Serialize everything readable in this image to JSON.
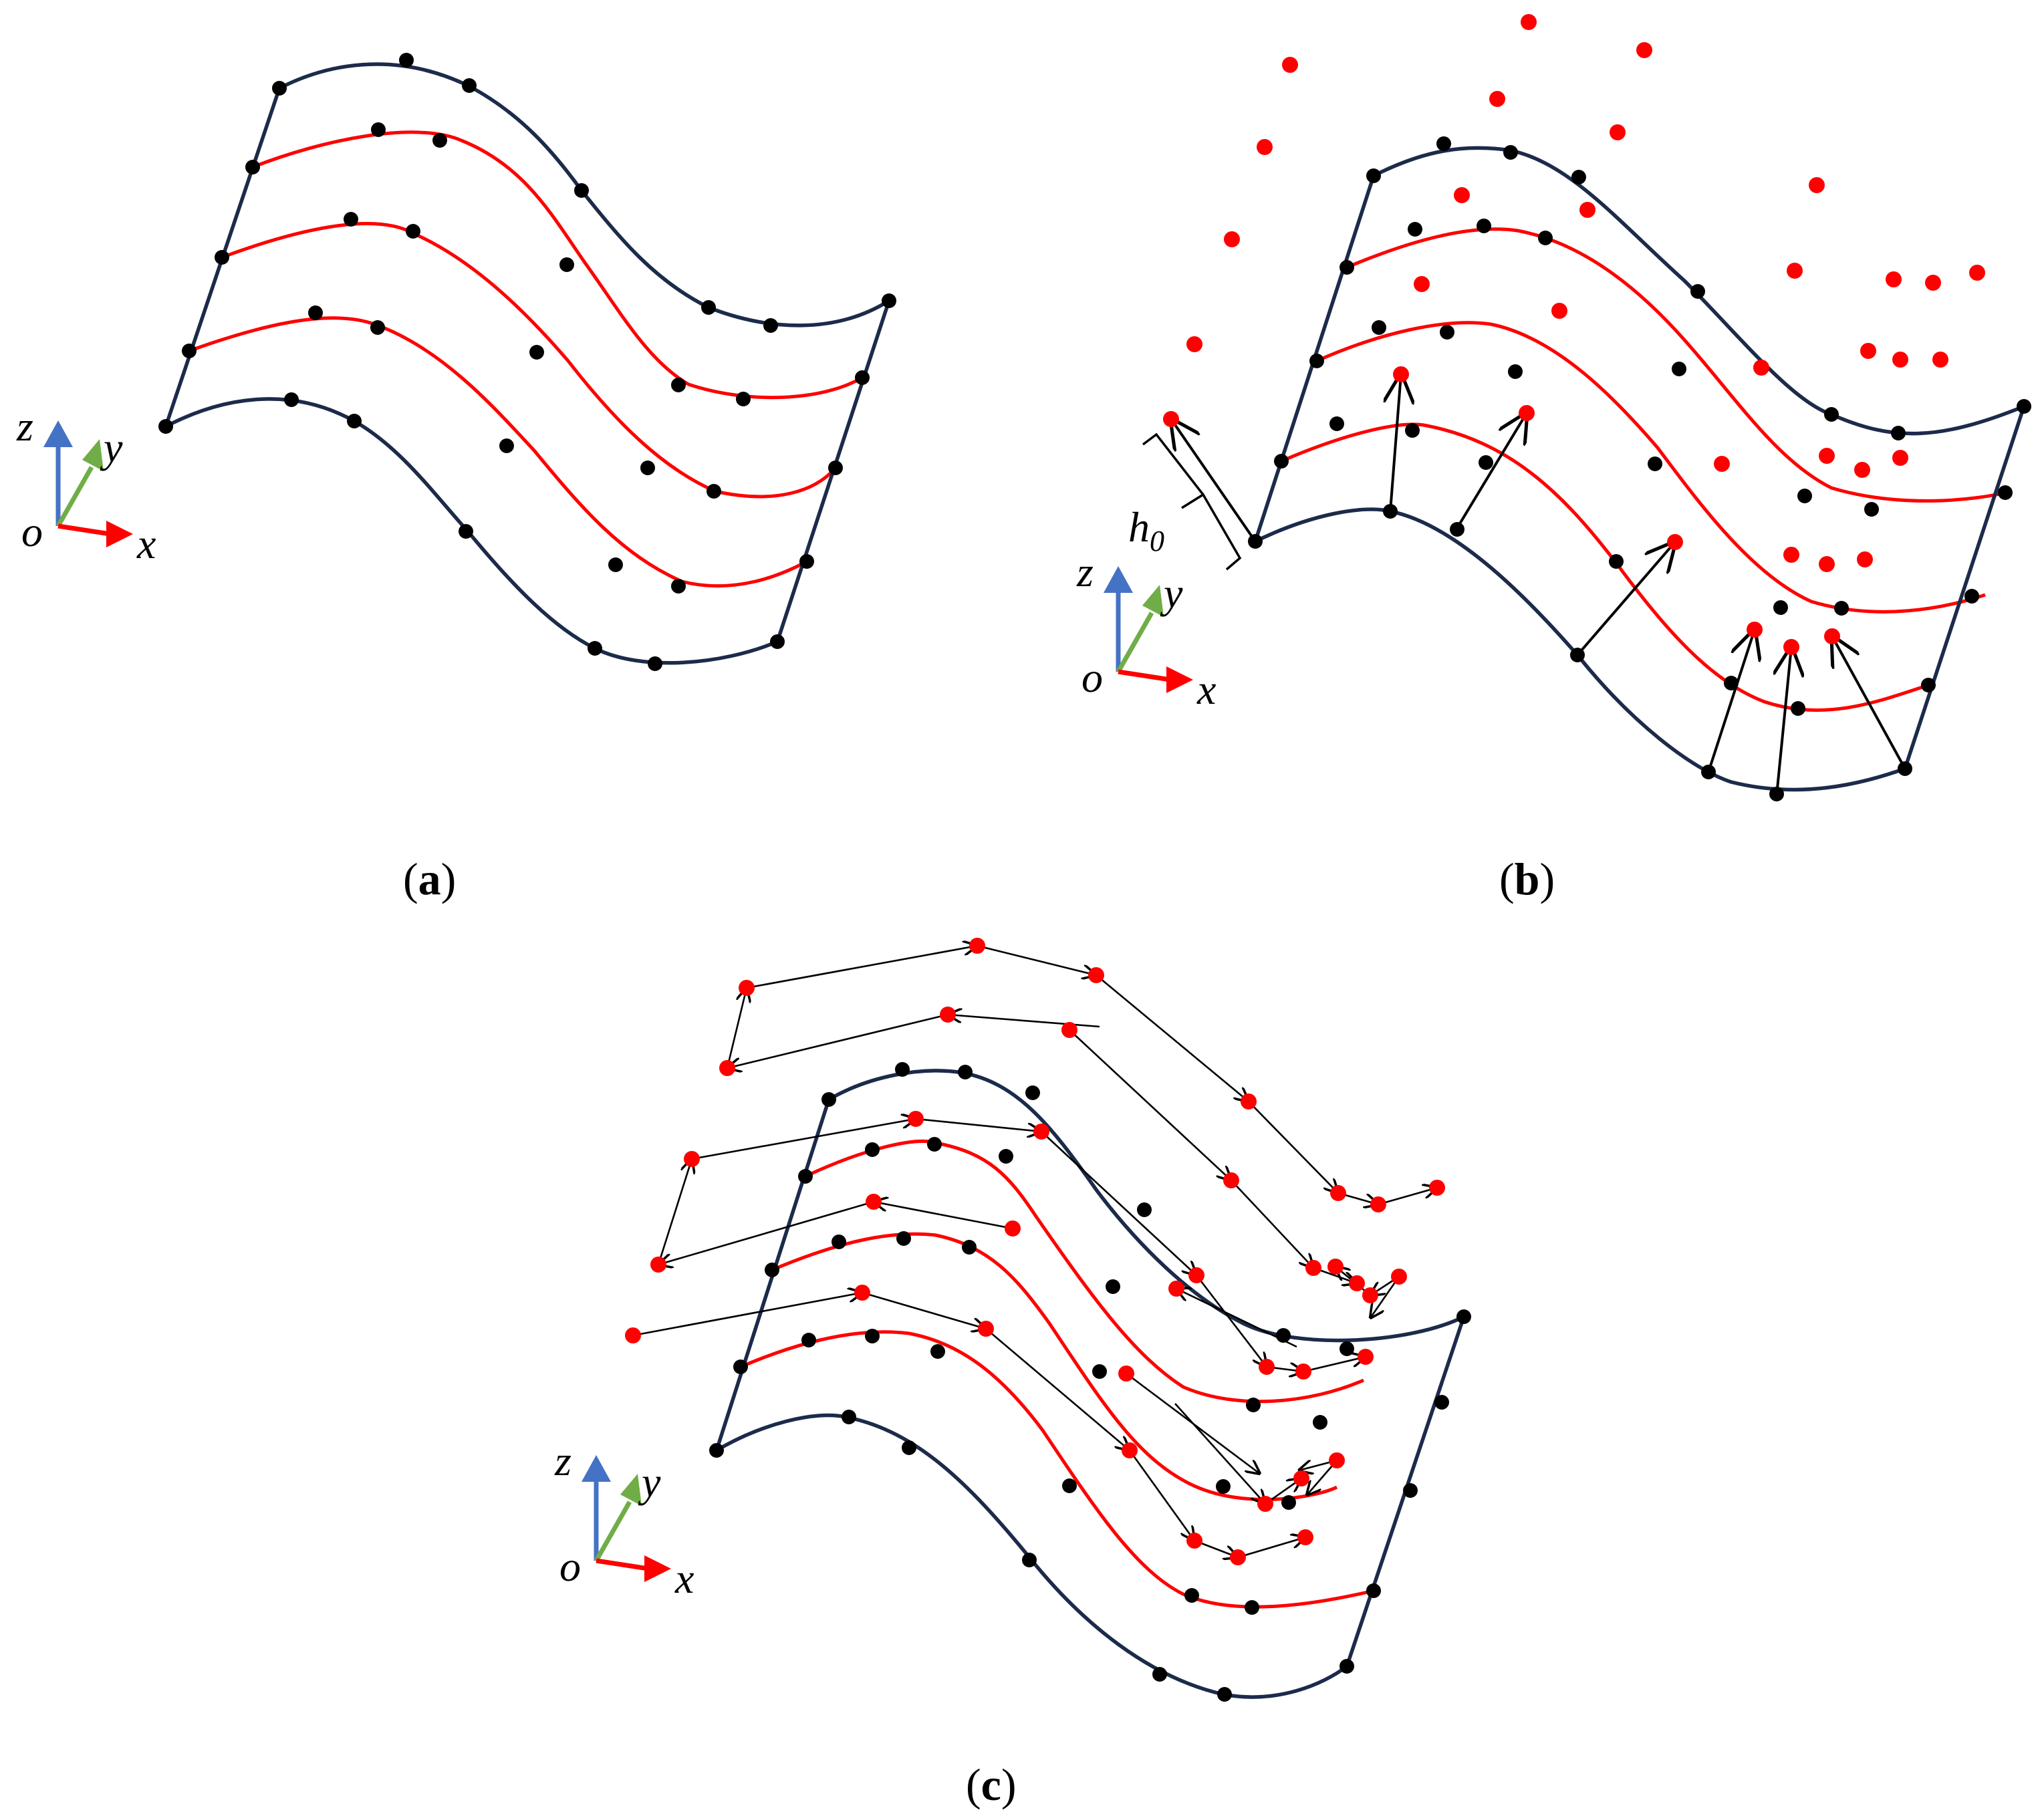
{
  "colors": {
    "boundary": "#1c2b4a",
    "interior": "#ff0000",
    "node": "#000000",
    "point": "#ff0000",
    "arrow": "#000000",
    "axis_x": "#ff0000",
    "axis_y": "#70ad47",
    "axis_z": "#4472c4"
  },
  "icons": {
    "triad": "xyz-axis-triad-icon",
    "arrow": "open-arrowhead-icon"
  },
  "axes": {
    "x": "x",
    "y": "y",
    "z": "z",
    "origin": "o"
  },
  "annotation": {
    "h_base": "h",
    "h_sub": "0"
  },
  "panels": [
    {
      "id": "a",
      "label_open": "(",
      "label_letter": "a",
      "label_close": ")"
    },
    {
      "id": "b",
      "label_open": "(",
      "label_letter": "b",
      "label_close": ")"
    },
    {
      "id": "c",
      "label_open": "(",
      "label_letter": "c",
      "label_close": ")"
    }
  ]
}
